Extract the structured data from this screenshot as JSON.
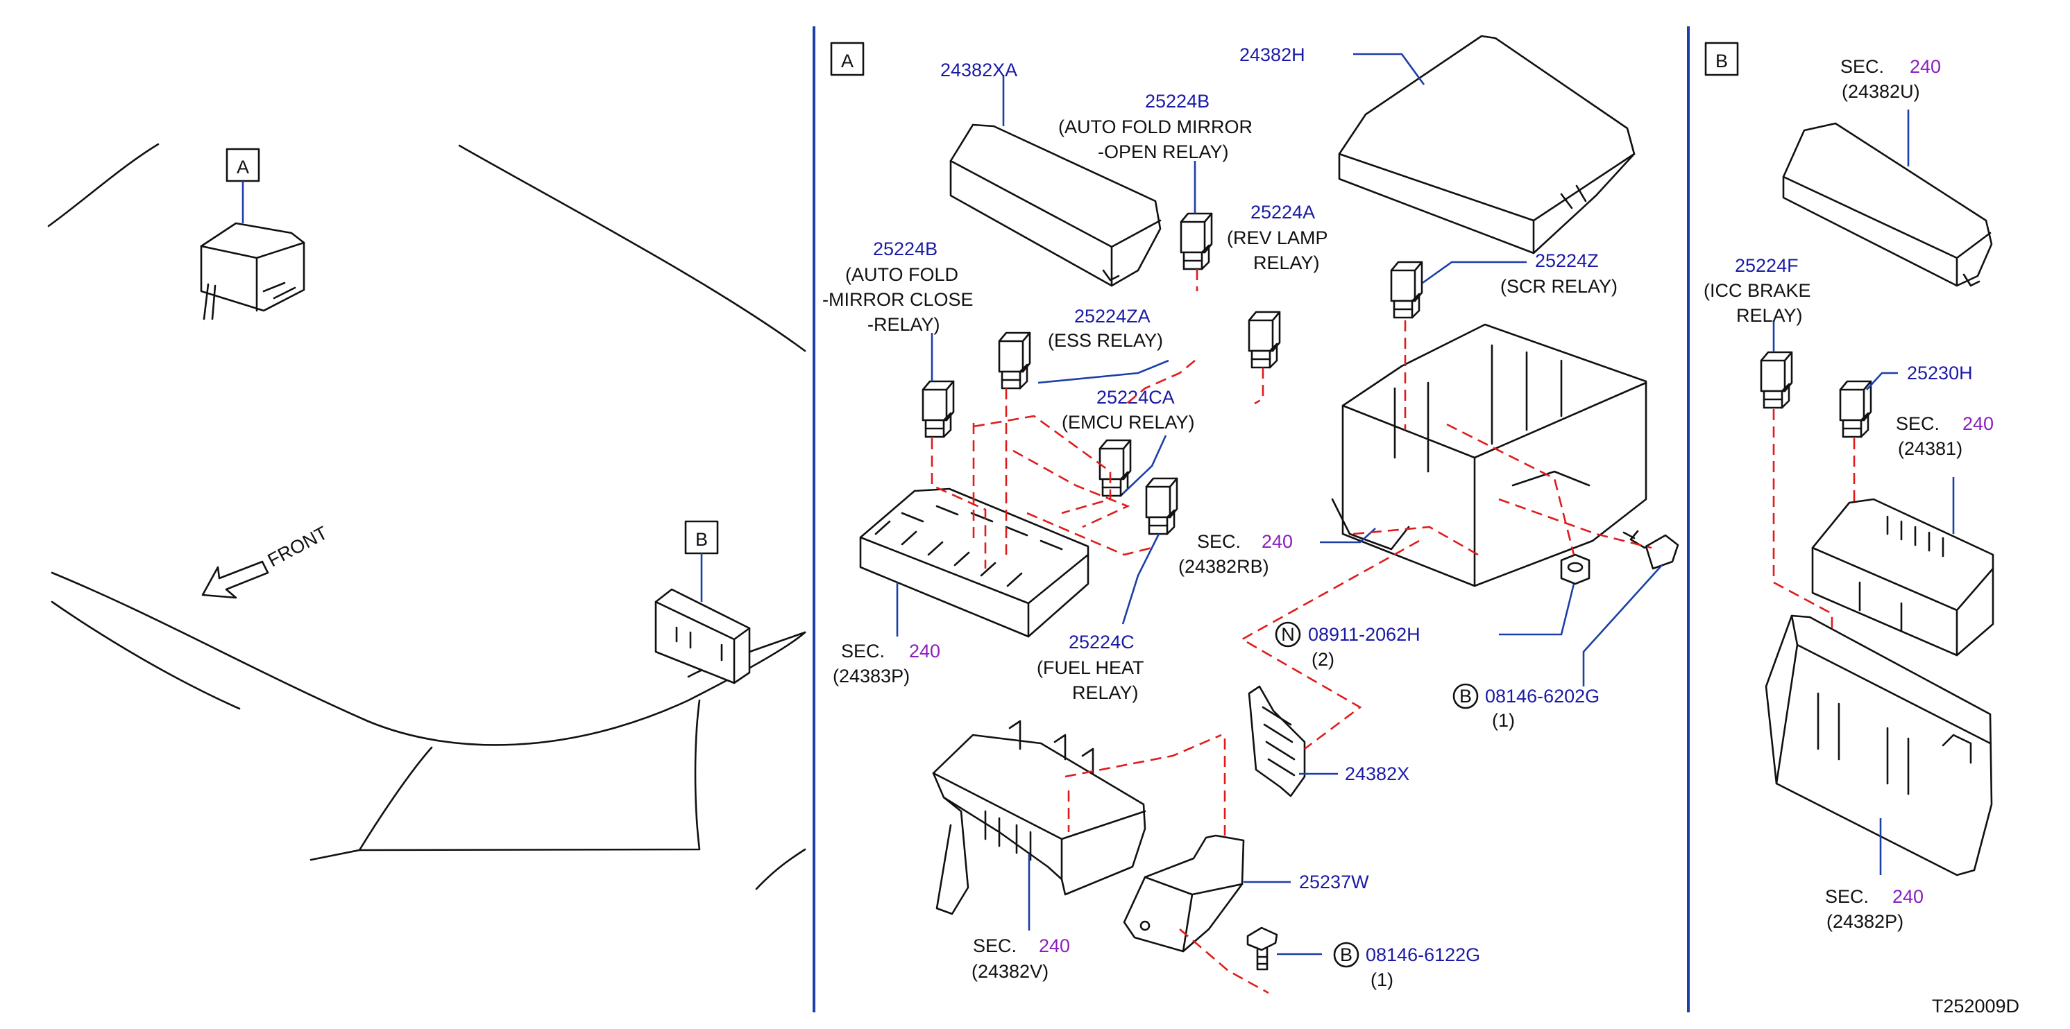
{
  "colors": {
    "part_number": "#1a1aa6",
    "section_number": "#8a1fbf",
    "callout_dash": "#e01b1b",
    "divider": "#1a3fa6",
    "text": "#111111"
  },
  "overview": {
    "marker_a": "A",
    "marker_b": "B",
    "front_label": "FRONT"
  },
  "panel_a": {
    "marker": "A",
    "labels": {
      "p24382XA": "24382XA",
      "p24382H": "24382H",
      "p25224B_top": "25224B",
      "desc_auto_fold_open_1": "(AUTO   FOLD   MIRROR",
      "desc_auto_fold_open_2": "-OPEN   RELAY)",
      "p25224A": "25224A",
      "desc_rev_lamp_1": "(REV   LAMP",
      "desc_rev_lamp_2": "RELAY)",
      "p25224B_left": "25224B",
      "desc_auto_fold_close_1": "(AUTO   FOLD",
      "desc_auto_fold_close_2": "-MIRROR   CLOSE",
      "desc_auto_fold_close_3": "-RELAY)",
      "p25224ZA": "25224ZA",
      "desc_ess": "(ESS   RELAY)",
      "p25224Z": "25224Z",
      "desc_scr": "(SCR   RELAY)",
      "p25224CA": "25224CA",
      "desc_emcu": "(EMCU   RELAY)",
      "sec_word_rb": "SEC.",
      "sec_num_rb": "240",
      "ref_24382RB": "(24382RB)",
      "sec_word_383p": "SEC.",
      "sec_num_383p": "240",
      "ref_24383P": "(24383P)",
      "p25224C": "25224C",
      "desc_fuel_heat_1": "(FUEL   HEAT",
      "desc_fuel_heat_2": "RELAY)",
      "nut_symbol": "N",
      "p08911": "08911-2062H",
      "qty_nut": "(2)",
      "bolt_symbol_1": "B",
      "p08146_6202G": "08146-6202G",
      "qty_bolt_1": "(1)",
      "p24382X": "24382X",
      "p25237W": "25237W",
      "bolt_symbol_2": "B",
      "p08146_6122G": "08146-6122G",
      "qty_bolt_2": "(1)",
      "sec_word_382v": "SEC.",
      "sec_num_382v": "240",
      "ref_24382V": "(24382V)"
    }
  },
  "panel_b": {
    "marker": "B",
    "labels": {
      "sec_word_u": "SEC.",
      "sec_num_u": "240",
      "ref_24382U": "(24382U)",
      "p25224F": "25224F",
      "desc_icc_1": "(ICC   BRAKE",
      "desc_icc_2": "RELAY)",
      "p25230H": "25230H",
      "sec_word_381": "SEC.",
      "sec_num_381": "240",
      "ref_24381": "(24381)",
      "sec_word_382p": "SEC.",
      "sec_num_382p": "240",
      "ref_24382P": "(24382P)"
    }
  },
  "figure_code": "T252009D"
}
